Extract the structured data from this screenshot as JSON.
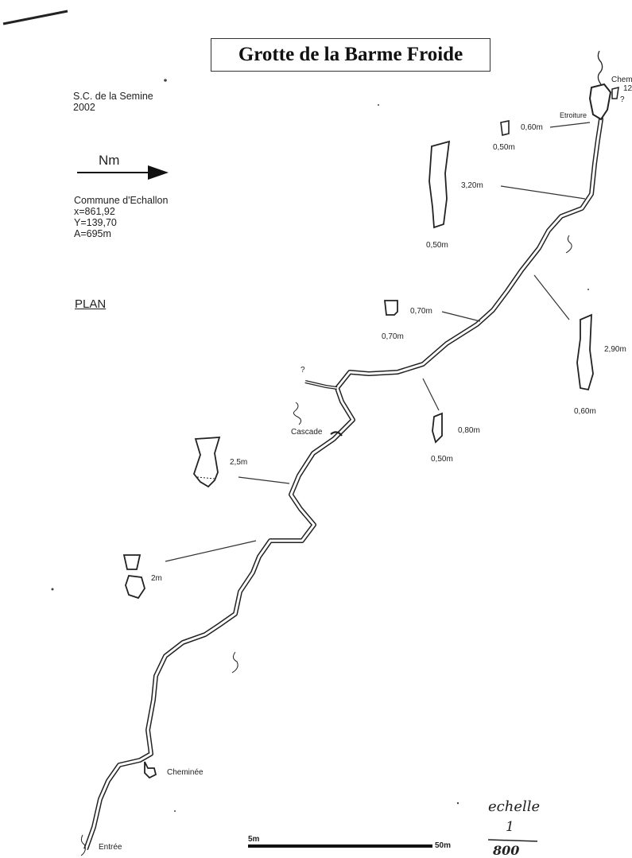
{
  "title": "Grotte de la Barme Froide",
  "club": {
    "name": "S.C. de la Semine",
    "year": "2002"
  },
  "north": {
    "label": "Nm"
  },
  "location": {
    "commune": "Commune d'Echallon",
    "x": "x=861,92",
    "y": "Y=139,70",
    "alt": "A=695m"
  },
  "view_label": "PLAN",
  "labels": {
    "chem_top": "Chem",
    "chem_top_num": "12",
    "etroiture": "Etroiture",
    "question_top": "?",
    "question_mid": "?",
    "cascade": "Cascade",
    "cheminee": "Cheminée",
    "entree": "Entrée"
  },
  "sections": [
    {
      "id": "s1",
      "height": "0,60m",
      "width": "0,50m"
    },
    {
      "id": "s2",
      "height": "3,20m",
      "width": "0,50m"
    },
    {
      "id": "s3",
      "height": "0,70m",
      "width": "0,70m"
    },
    {
      "id": "s4",
      "height": "2,90m",
      "width": "0,60m"
    },
    {
      "id": "s5",
      "height": "0,80m",
      "width": "0,50m"
    },
    {
      "id": "s6",
      "height": "2,5m"
    },
    {
      "id": "s7",
      "height": "2m"
    }
  ],
  "scale_bar": {
    "left_label": "5m",
    "right_label": "50m"
  },
  "scale_note": {
    "word": "echelle",
    "numerator": "1",
    "denominator": "800"
  },
  "colors": {
    "ink": "#222222",
    "paper": "#ffffff"
  }
}
